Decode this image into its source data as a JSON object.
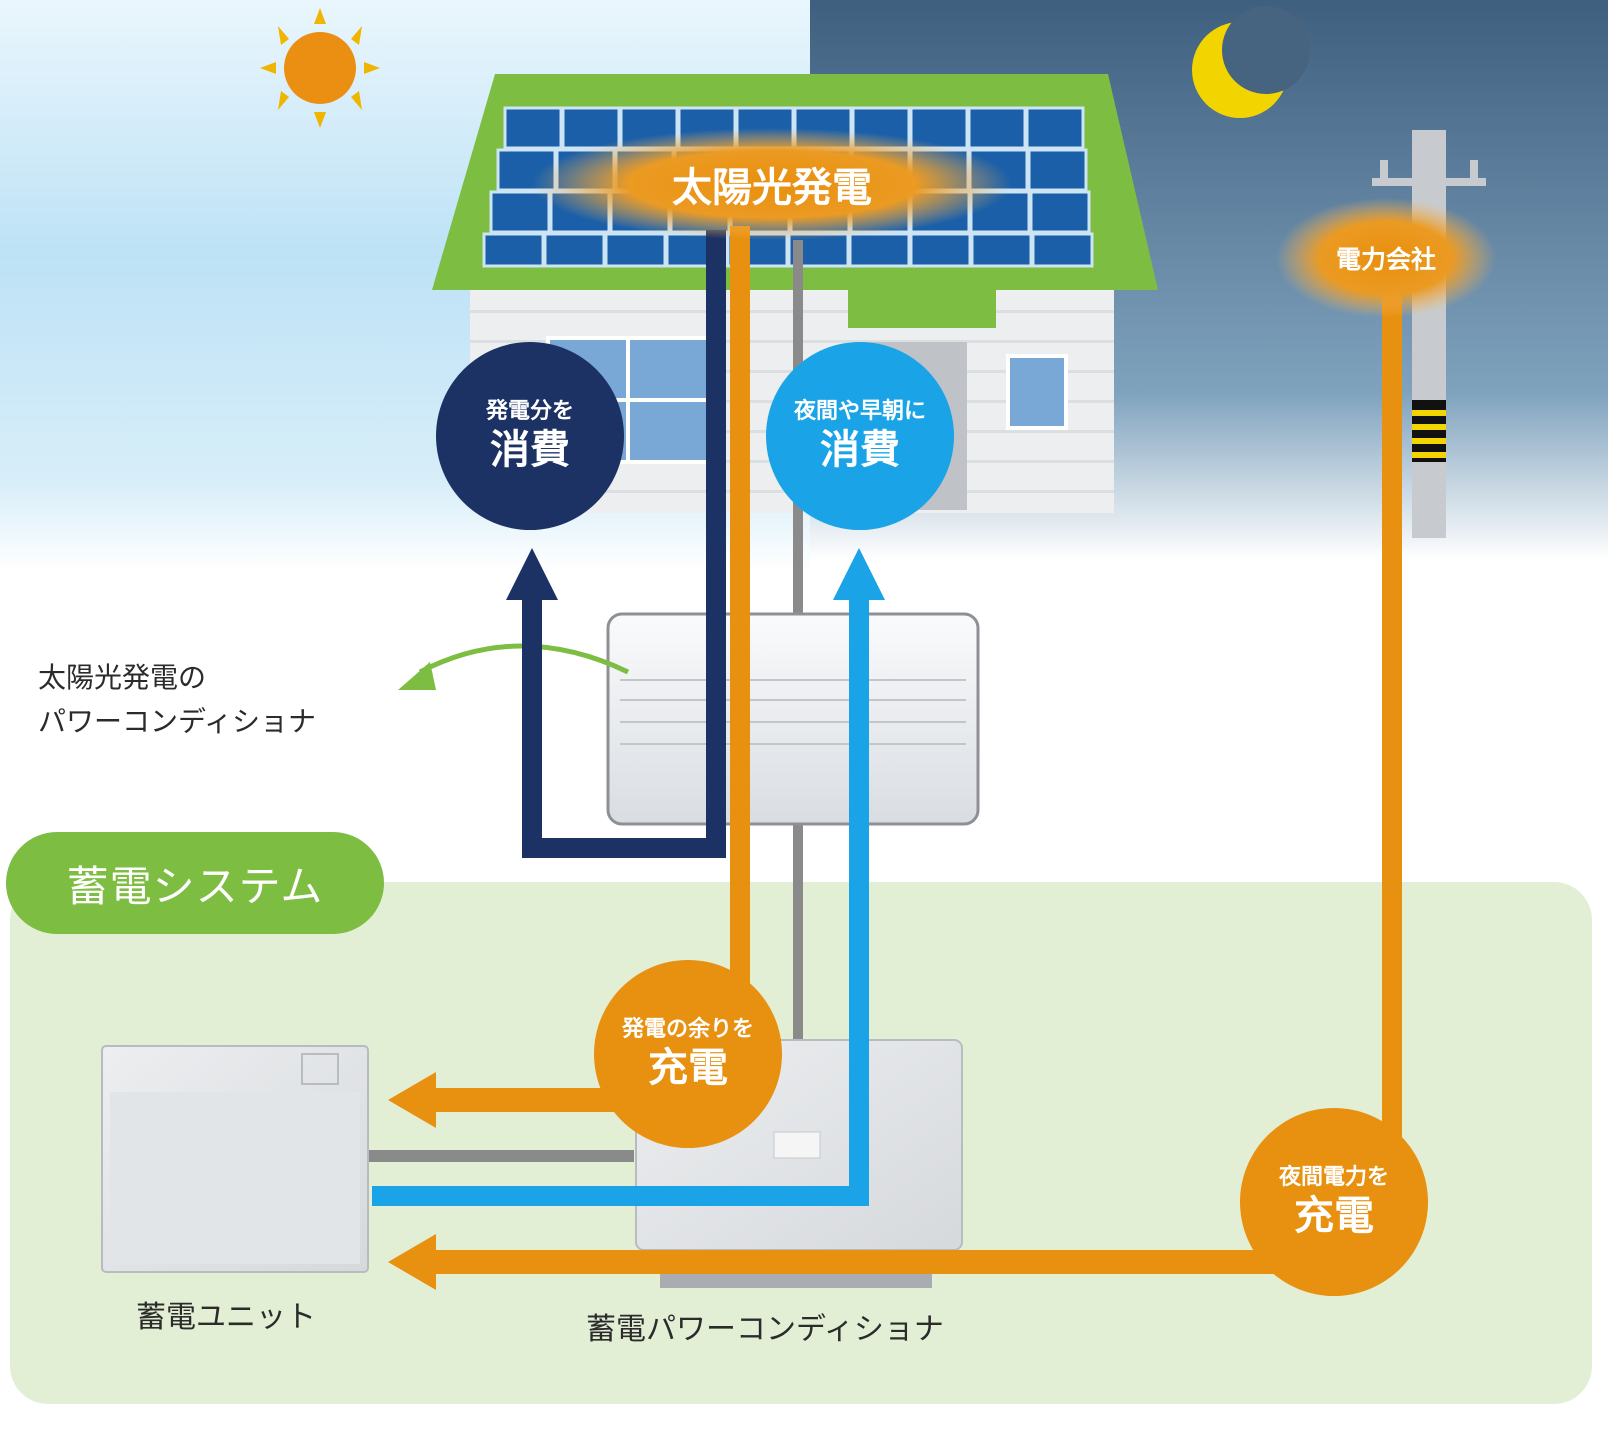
{
  "labels": {
    "solar_generation": "太陽光発電",
    "power_company": "電力会社",
    "consume_generated_small": "発電分を",
    "consume_generated_big": "消費",
    "consume_night_small": "夜間や早朝に",
    "consume_night_big": "消費",
    "charge_surplus_small": "発電の余りを",
    "charge_surplus_big": "充電",
    "charge_night_small": "夜間電力を",
    "charge_night_big": "充電",
    "solar_pcs_line1": "太陽光発電の",
    "solar_pcs_line2": "パワーコンディショナ",
    "storage_system": "蓄電システム",
    "storage_unit": "蓄電ユニット",
    "storage_pcs": "蓄電パワーコンディショナ"
  },
  "colors": {
    "orange": "#e8900f",
    "navy": "#1c3264",
    "sky_blue": "#1aa3e6",
    "green": "#7dbd42",
    "light_green_bg": "#e3efd5"
  },
  "icons": {
    "sun": "sun-icon",
    "moon": "moon-icon"
  }
}
